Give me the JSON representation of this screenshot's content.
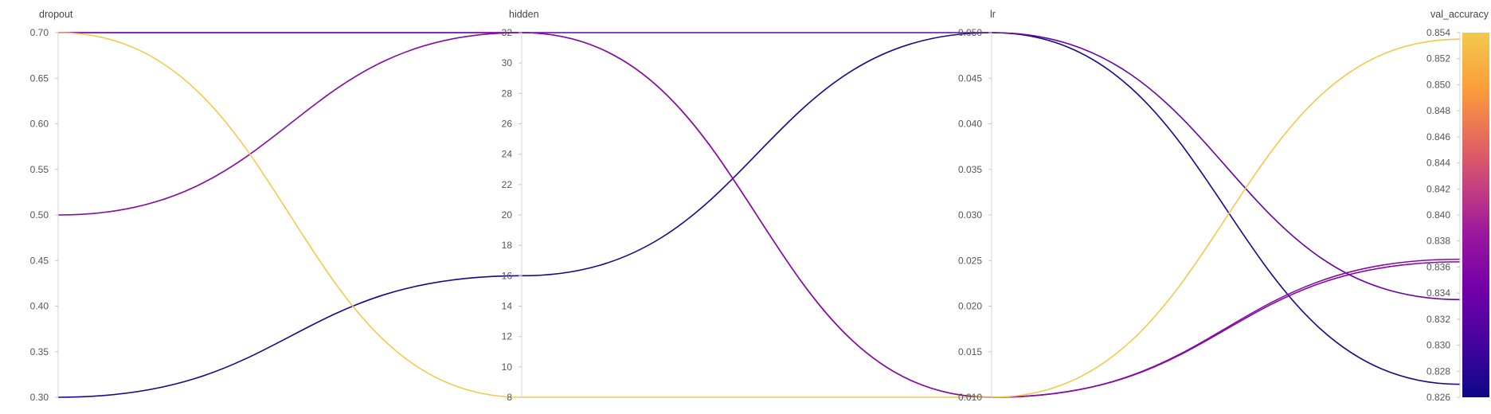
{
  "chart_data": {
    "type": "parallel_coordinates",
    "dimensions": [
      {
        "name": "dropout",
        "range": [
          0.3,
          0.7
        ],
        "ticks": [
          "0.30",
          "0.35",
          "0.40",
          "0.45",
          "0.50",
          "0.55",
          "0.60",
          "0.65",
          "0.70"
        ],
        "tick_values": [
          0.3,
          0.35,
          0.4,
          0.45,
          0.5,
          0.55,
          0.6,
          0.65,
          0.7
        ]
      },
      {
        "name": "hidden",
        "range": [
          8,
          32
        ],
        "ticks": [
          "8",
          "10",
          "12",
          "14",
          "16",
          "18",
          "20",
          "22",
          "24",
          "26",
          "28",
          "30",
          "32"
        ],
        "tick_values": [
          8,
          10,
          12,
          14,
          16,
          18,
          20,
          22,
          24,
          26,
          28,
          30,
          32
        ]
      },
      {
        "name": "lr",
        "range": [
          0.01,
          0.05
        ],
        "ticks": [
          "0.010",
          "0.015",
          "0.020",
          "0.025",
          "0.030",
          "0.035",
          "0.040",
          "0.045",
          "0.050"
        ],
        "tick_values": [
          0.01,
          0.015,
          0.02,
          0.025,
          0.03,
          0.035,
          0.04,
          0.045,
          0.05
        ]
      },
      {
        "name": "val_accuracy",
        "range": [
          0.826,
          0.854
        ],
        "ticks": [
          "0.826",
          "0.828",
          "0.830",
          "0.832",
          "0.834",
          "0.836",
          "0.838",
          "0.840",
          "0.842",
          "0.844",
          "0.846",
          "0.848",
          "0.850",
          "0.852",
          "0.854"
        ],
        "tick_values": [
          0.826,
          0.828,
          0.83,
          0.832,
          0.834,
          0.836,
          0.838,
          0.84,
          0.842,
          0.844,
          0.846,
          0.848,
          0.85,
          0.852,
          0.854
        ]
      }
    ],
    "runs": [
      {
        "dropout": 0.7,
        "hidden": 32,
        "lr": 0.05,
        "val_accuracy": 0.8335
      },
      {
        "dropout": 0.5,
        "hidden": 32,
        "lr": 0.01,
        "val_accuracy": 0.8366
      },
      {
        "dropout": 0.7,
        "hidden": 32,
        "lr": 0.01,
        "val_accuracy": 0.8364
      },
      {
        "dropout": 0.3,
        "hidden": 16,
        "lr": 0.05,
        "val_accuracy": 0.827
      },
      {
        "dropout": 0.7,
        "hidden": 8,
        "lr": 0.01,
        "val_accuracy": 0.8535
      }
    ],
    "colorscale": {
      "dimension": "val_accuracy",
      "name": "plasma",
      "stops": [
        "#0d0887",
        "#46039f",
        "#7201a8",
        "#9c179e",
        "#bd3786",
        "#d8576b",
        "#ed7953",
        "#fb9f3a",
        "#fdca26",
        "#f0f921"
      ]
    }
  }
}
